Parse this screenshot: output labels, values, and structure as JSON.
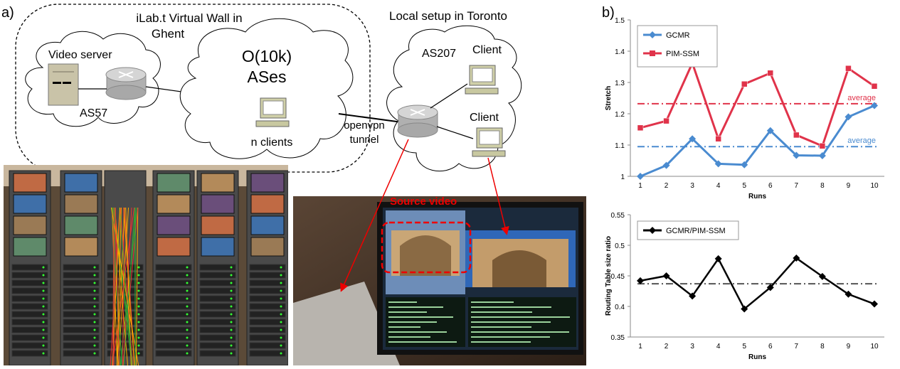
{
  "panel_labels": {
    "a": "a)",
    "b": "b)"
  },
  "diagram": {
    "ghent_title_line1": "iLab.t Virtual Wall in",
    "ghent_title_line2": "Ghent",
    "video_server": "Video server",
    "as57": "AS57",
    "big_cloud_line1": "O(10k)",
    "big_cloud_line2": "ASes",
    "n_clients": "n clients",
    "tunnel_line1": "openvpn",
    "tunnel_line2": "tunnel",
    "toronto_title": "Local setup in Toronto",
    "as207": "AS207",
    "client_top": "Client",
    "client_bottom": "Client",
    "source_video": "Source video"
  },
  "chart_data": [
    {
      "type": "line",
      "xlabel": "Runs",
      "ylabel": "Stretch",
      "x": [
        1,
        2,
        3,
        4,
        5,
        6,
        7,
        8,
        9,
        10
      ],
      "ylim": [
        1,
        1.5
      ],
      "yticks": [
        "1",
        "1.1",
        "1.2",
        "1.3",
        "1.4",
        "1.5"
      ],
      "legend_position": "top-left",
      "series": [
        {
          "name": "GCMR",
          "color": "#4a8bd0",
          "marker": "diamond",
          "values": [
            1.0,
            1.035,
            1.12,
            1.04,
            1.037,
            1.146,
            1.067,
            1.066,
            1.19,
            1.226
          ]
        },
        {
          "name": "PIM-SSM",
          "color": "#e0334a",
          "marker": "square",
          "values": [
            1.155,
            1.177,
            1.362,
            1.12,
            1.295,
            1.33,
            1.132,
            1.097,
            1.345,
            1.288
          ]
        }
      ],
      "reference_lines": [
        {
          "label": "average",
          "value": 1.232,
          "color": "#e0334a"
        },
        {
          "label": "average",
          "value": 1.095,
          "color": "#4a8bd0"
        }
      ]
    },
    {
      "type": "line",
      "xlabel": "Runs",
      "ylabel": "Routing Table size ratio",
      "x": [
        1,
        2,
        3,
        4,
        5,
        6,
        7,
        8,
        9,
        10
      ],
      "ylim": [
        0.35,
        0.55
      ],
      "yticks": [
        "0.35",
        "0.4",
        "0.45",
        "0.5",
        "0.55"
      ],
      "legend_position": "top-left",
      "series": [
        {
          "name": "GCMR/PIM-SSM",
          "color": "#000000",
          "marker": "diamond",
          "values": [
            0.442,
            0.45,
            0.417,
            0.478,
            0.396,
            0.431,
            0.479,
            0.449,
            0.42,
            0.404
          ]
        }
      ],
      "reference_lines": [
        {
          "label": "",
          "value": 0.437,
          "color": "#555555"
        }
      ]
    }
  ]
}
